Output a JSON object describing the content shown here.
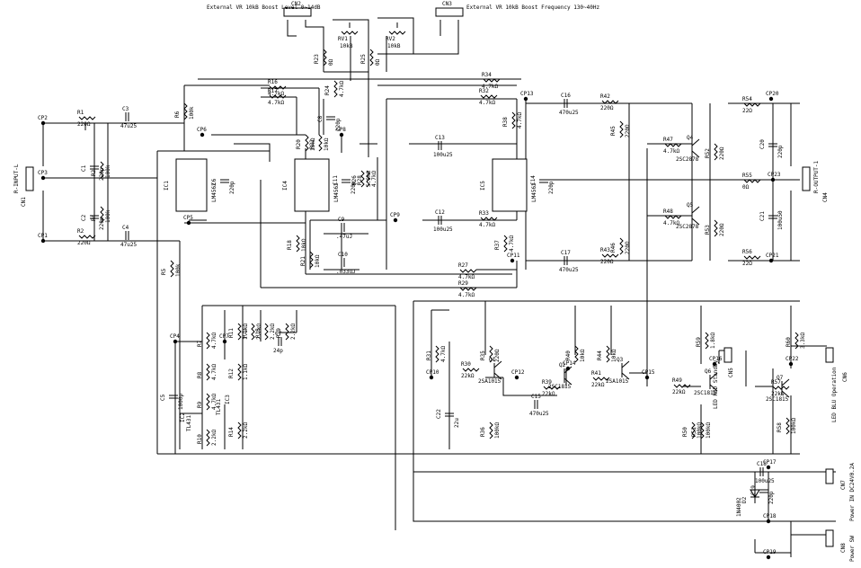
{
  "ics": [
    {
      "ref": "IC1",
      "part": "LM4562"
    },
    {
      "ref": "IC4",
      "part": "LM4562"
    },
    {
      "ref": "IC5",
      "part": "LM4562"
    },
    {
      "ref": "IC2",
      "part": "TL431"
    },
    {
      "ref": "IC3",
      "part": "TL431"
    }
  ],
  "transistors": [
    {
      "ref": "Q1",
      "part": "2SA1015"
    },
    {
      "ref": "Q2",
      "part": "2SC1815"
    },
    {
      "ref": "Q3",
      "part": "2SA1015"
    },
    {
      "ref": "Q4",
      "part": "2SC2878"
    },
    {
      "ref": "Q5",
      "part": "2SC2878"
    },
    {
      "ref": "Q6",
      "part": "2SC1815"
    },
    {
      "ref": "Q7",
      "part": "2SC1815"
    }
  ],
  "resistors": [
    {
      "ref": "R1",
      "value": "220Ω"
    },
    {
      "ref": "R2",
      "value": "220Ω"
    },
    {
      "ref": "R3",
      "value": "100k"
    },
    {
      "ref": "R4",
      "value": "100k"
    },
    {
      "ref": "R5",
      "value": "100k"
    },
    {
      "ref": "R6",
      "value": "100k"
    },
    {
      "ref": "R7",
      "value": "4.7kΩ"
    },
    {
      "ref": "R8",
      "value": "4.7kΩ"
    },
    {
      "ref": "R9",
      "value": "4.7kΩ"
    },
    {
      "ref": "R10",
      "value": "2.2kΩ"
    },
    {
      "ref": "R11",
      "value": "1.1kΩ"
    },
    {
      "ref": "R12",
      "value": "1.1kΩ"
    },
    {
      "ref": "R13",
      "value": "2.2kΩ"
    },
    {
      "ref": "R14",
      "value": "2.2kΩ"
    },
    {
      "ref": "R15",
      "value": "2.2kΩ"
    },
    {
      "ref": "R16",
      "value": "4.7kΩ"
    },
    {
      "ref": "R17",
      "value": "4.7kΩ"
    },
    {
      "ref": "R18",
      "value": "10kΩ"
    },
    {
      "ref": "R19",
      "value": "2.2kΩ"
    },
    {
      "ref": "R20",
      "value": "10kΩ"
    },
    {
      "ref": "R21",
      "value": "10kΩ"
    },
    {
      "ref": "R22",
      "value": "10kΩ"
    },
    {
      "ref": "R23",
      "value": "0Ω"
    },
    {
      "ref": "R24",
      "value": "4.7kΩ"
    },
    {
      "ref": "R25",
      "value": "0Ω"
    },
    {
      "ref": "R26",
      "value": "5.6kΩ"
    },
    {
      "ref": "R27",
      "value": "4.7kΩ"
    },
    {
      "ref": "R28",
      "value": "4.7kΩ"
    },
    {
      "ref": "R29",
      "value": "4.7kΩ"
    },
    {
      "ref": "R30",
      "value": "22kΩ"
    },
    {
      "ref": "R31",
      "value": "4.7kΩ"
    },
    {
      "ref": "R32",
      "value": "4.7kΩ"
    },
    {
      "ref": "R33",
      "value": "4.7kΩ"
    },
    {
      "ref": "R34",
      "value": "4.7kΩ"
    },
    {
      "ref": "R35",
      "value": "220Ω"
    },
    {
      "ref": "R36",
      "value": "100kΩ"
    },
    {
      "ref": "R37",
      "value": "4.7kΩ"
    },
    {
      "ref": "R38",
      "value": "4.7kΩ"
    },
    {
      "ref": "R39",
      "value": "22kΩ"
    },
    {
      "ref": "R40",
      "value": "10kΩ"
    },
    {
      "ref": "R41",
      "value": "22kΩ"
    },
    {
      "ref": "R42",
      "value": "220Ω"
    },
    {
      "ref": "R43",
      "value": "220Ω"
    },
    {
      "ref": "R44",
      "value": "10kΩ"
    },
    {
      "ref": "R45",
      "value": "220Ω"
    },
    {
      "ref": "R46",
      "value": "220Ω"
    },
    {
      "ref": "R47",
      "value": "4.7kΩ"
    },
    {
      "ref": "R48",
      "value": "4.7kΩ"
    },
    {
      "ref": "R49",
      "value": "22kΩ"
    },
    {
      "ref": "R50",
      "value": "100kΩ"
    },
    {
      "ref": "R51",
      "value": "100kΩ"
    },
    {
      "ref": "R52",
      "value": "220Ω"
    },
    {
      "ref": "R53",
      "value": "220Ω"
    },
    {
      "ref": "R54",
      "value": "22Ω"
    },
    {
      "ref": "R55",
      "value": "0Ω"
    },
    {
      "ref": "R56",
      "value": "22Ω"
    },
    {
      "ref": "R57",
      "value": "22kΩ"
    },
    {
      "ref": "R58",
      "value": "100kΩ"
    },
    {
      "ref": "R59",
      "value": "1.8kΩ"
    },
    {
      "ref": "R60",
      "value": "3.3kΩ"
    }
  ],
  "capacitors": [
    {
      "ref": "C1",
      "value": "220p"
    },
    {
      "ref": "C2",
      "value": "220p"
    },
    {
      "ref": "C3",
      "value": "47u25"
    },
    {
      "ref": "C4",
      "value": "47u25"
    },
    {
      "ref": "C5",
      "value": "1000p"
    },
    {
      "ref": "C6",
      "value": "220p"
    },
    {
      "ref": "C7",
      "value": "24p"
    },
    {
      "ref": "C8",
      "value": "220p"
    },
    {
      "ref": "C9",
      "value": ".47uJ"
    },
    {
      "ref": "C10",
      "value": ".033uJ"
    },
    {
      "ref": "C11",
      "value": "220p"
    },
    {
      "ref": "C12",
      "value": "100u25"
    },
    {
      "ref": "C13",
      "value": "100u25"
    },
    {
      "ref": "C14",
      "value": "220p"
    },
    {
      "ref": "C15",
      "value": "470u25"
    },
    {
      "ref": "C16",
      "value": "470u25"
    },
    {
      "ref": "C17",
      "value": "470u25"
    },
    {
      "ref": "C18",
      "value": "100u25"
    },
    {
      "ref": "C19",
      "value": "220p"
    },
    {
      "ref": "C20",
      "value": "220p"
    },
    {
      "ref": "C21",
      "value": "100u50"
    },
    {
      "ref": "C22",
      "value": "22u"
    }
  ],
  "pots": [
    {
      "ref": "RV1",
      "value": "10kB"
    },
    {
      "ref": "RV2",
      "value": "10kB"
    }
  ],
  "diodes": [
    {
      "ref": "D2",
      "part": "1N4002"
    }
  ],
  "testpoints": [
    "CP1",
    "CP2",
    "CP3",
    "CP4",
    "CP5",
    "CP6",
    "CP7",
    "CP8",
    "CP9",
    "CP10",
    "CP11",
    "CP12",
    "CP13",
    "CP14",
    "CP15",
    "CP16",
    "CP17",
    "CP18",
    "CP19",
    "CP20",
    "CP21",
    "CP22",
    "CP23"
  ],
  "connectors": [
    {
      "ref": "CN1",
      "label": "R-INPUT-L"
    },
    {
      "ref": "CN2",
      "label": "External VR 10kB Boost Level 0~14dB"
    },
    {
      "ref": "CN3",
      "label": "External VR 10kB Boost Frequency 130~40Hz"
    },
    {
      "ref": "CN4",
      "label": "R-OUTPUT-1"
    },
    {
      "ref": "CN5",
      "label": "LED RED Standby"
    },
    {
      "ref": "CN6",
      "label": "LED BLU Operation"
    },
    {
      "ref": "CN7",
      "label": "Power IN DC24V0.2A"
    },
    {
      "ref": "CN8",
      "label": "Power SW"
    }
  ]
}
